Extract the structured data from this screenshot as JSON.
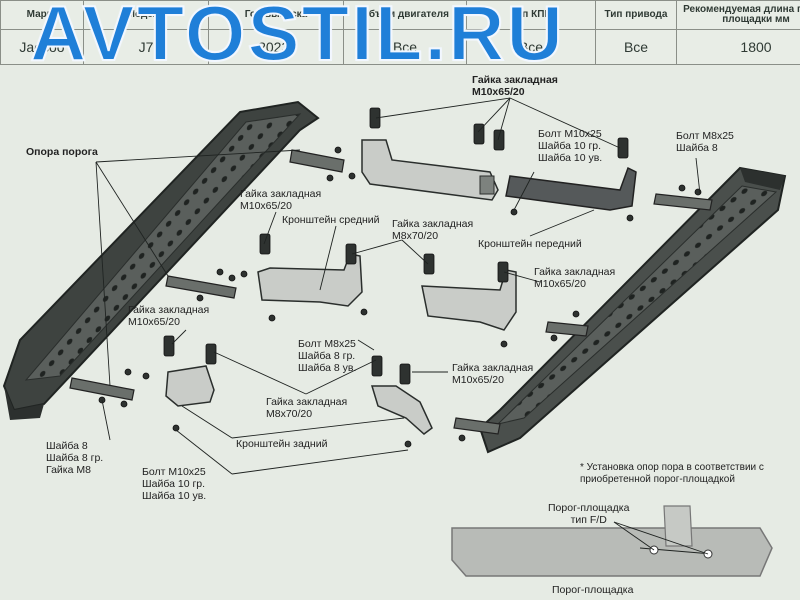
{
  "header": {
    "columns": [
      "Марка",
      "Модель",
      "Год выпуска",
      "Объём двигателя",
      "Тип КПП",
      "Тип привода",
      "Рекомендуемая длина порог-площадки мм"
    ],
    "values": [
      "Jaecoo",
      "J7",
      "2023-",
      "Все",
      "Все",
      "Все",
      "1800"
    ]
  },
  "watermark": "AVTOSTIL.RU",
  "labels": {
    "opora_poroga": "Опора порога",
    "gaika_top": "Гайка закладная\nМ10х65/20",
    "bolt_m10_right": "Болт М10х25\nШайба 10 гр.\nШайба 10 ув.",
    "bolt_m8_right": "Болт М8х25\nШайба 8",
    "gaika_left_upper": "Гайка закладная\nМ10х65/20",
    "kronshtein_sredniy": "Кронштейн средний",
    "gaika_m8_mid": "Гайка закладная\nМ8х70/20",
    "kronshtein_peredniy": "Кронштейн передний",
    "gaika_right_mid": "Гайка закладная\nМ10х65/20",
    "gaika_left_mid": "Гайка закладная\nМ10х65/20",
    "bolt_m8_center": "Болт М8х25\nШайба 8 гр.\nШайба 8 ув.",
    "gaika_lower_right": "Гайка закладная\nМ10х65/20",
    "gaika_m8_lower": "Гайка закладная\nМ8х70/20",
    "kronshtein_zadniy": "Кронштейн задний",
    "shaiba_left": "Шайба 8\nШайба 8 гр.\nГайка М8",
    "bolt_m10_bottom": "Болт М10х25\nШайба 10 гр.\nШайба 10 ув.",
    "note": "* Установка опор пора в соответствии с\nприобретенной порог-площадкой",
    "porog_type": "Порог-площадка\nтип F/D",
    "porog_bottom": "Порог-площадка"
  }
}
